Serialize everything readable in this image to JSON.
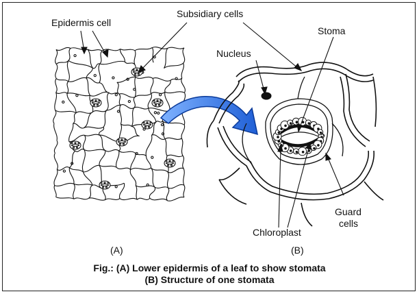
{
  "labels": {
    "epidermis_cell": "Epidermis cell",
    "subsidiary_cells": "Subsidiary cells",
    "stoma": "Stoma",
    "nucleus": "Nucleus",
    "guard_cells_line1": "Guard",
    "guard_cells_line2": "cells",
    "chloroplast": "Chloroplast",
    "panel_a": "(A)",
    "panel_b": "(B)"
  },
  "caption": {
    "line1": "Fig.: (A) Lower epidermis of a leaf to show stomata",
    "line2": "(B) Structure of one stomata"
  },
  "colors": {
    "arrow_blue": "#1f5fd6",
    "arrow_light": "#7fb2ff",
    "ink": "#111111"
  }
}
